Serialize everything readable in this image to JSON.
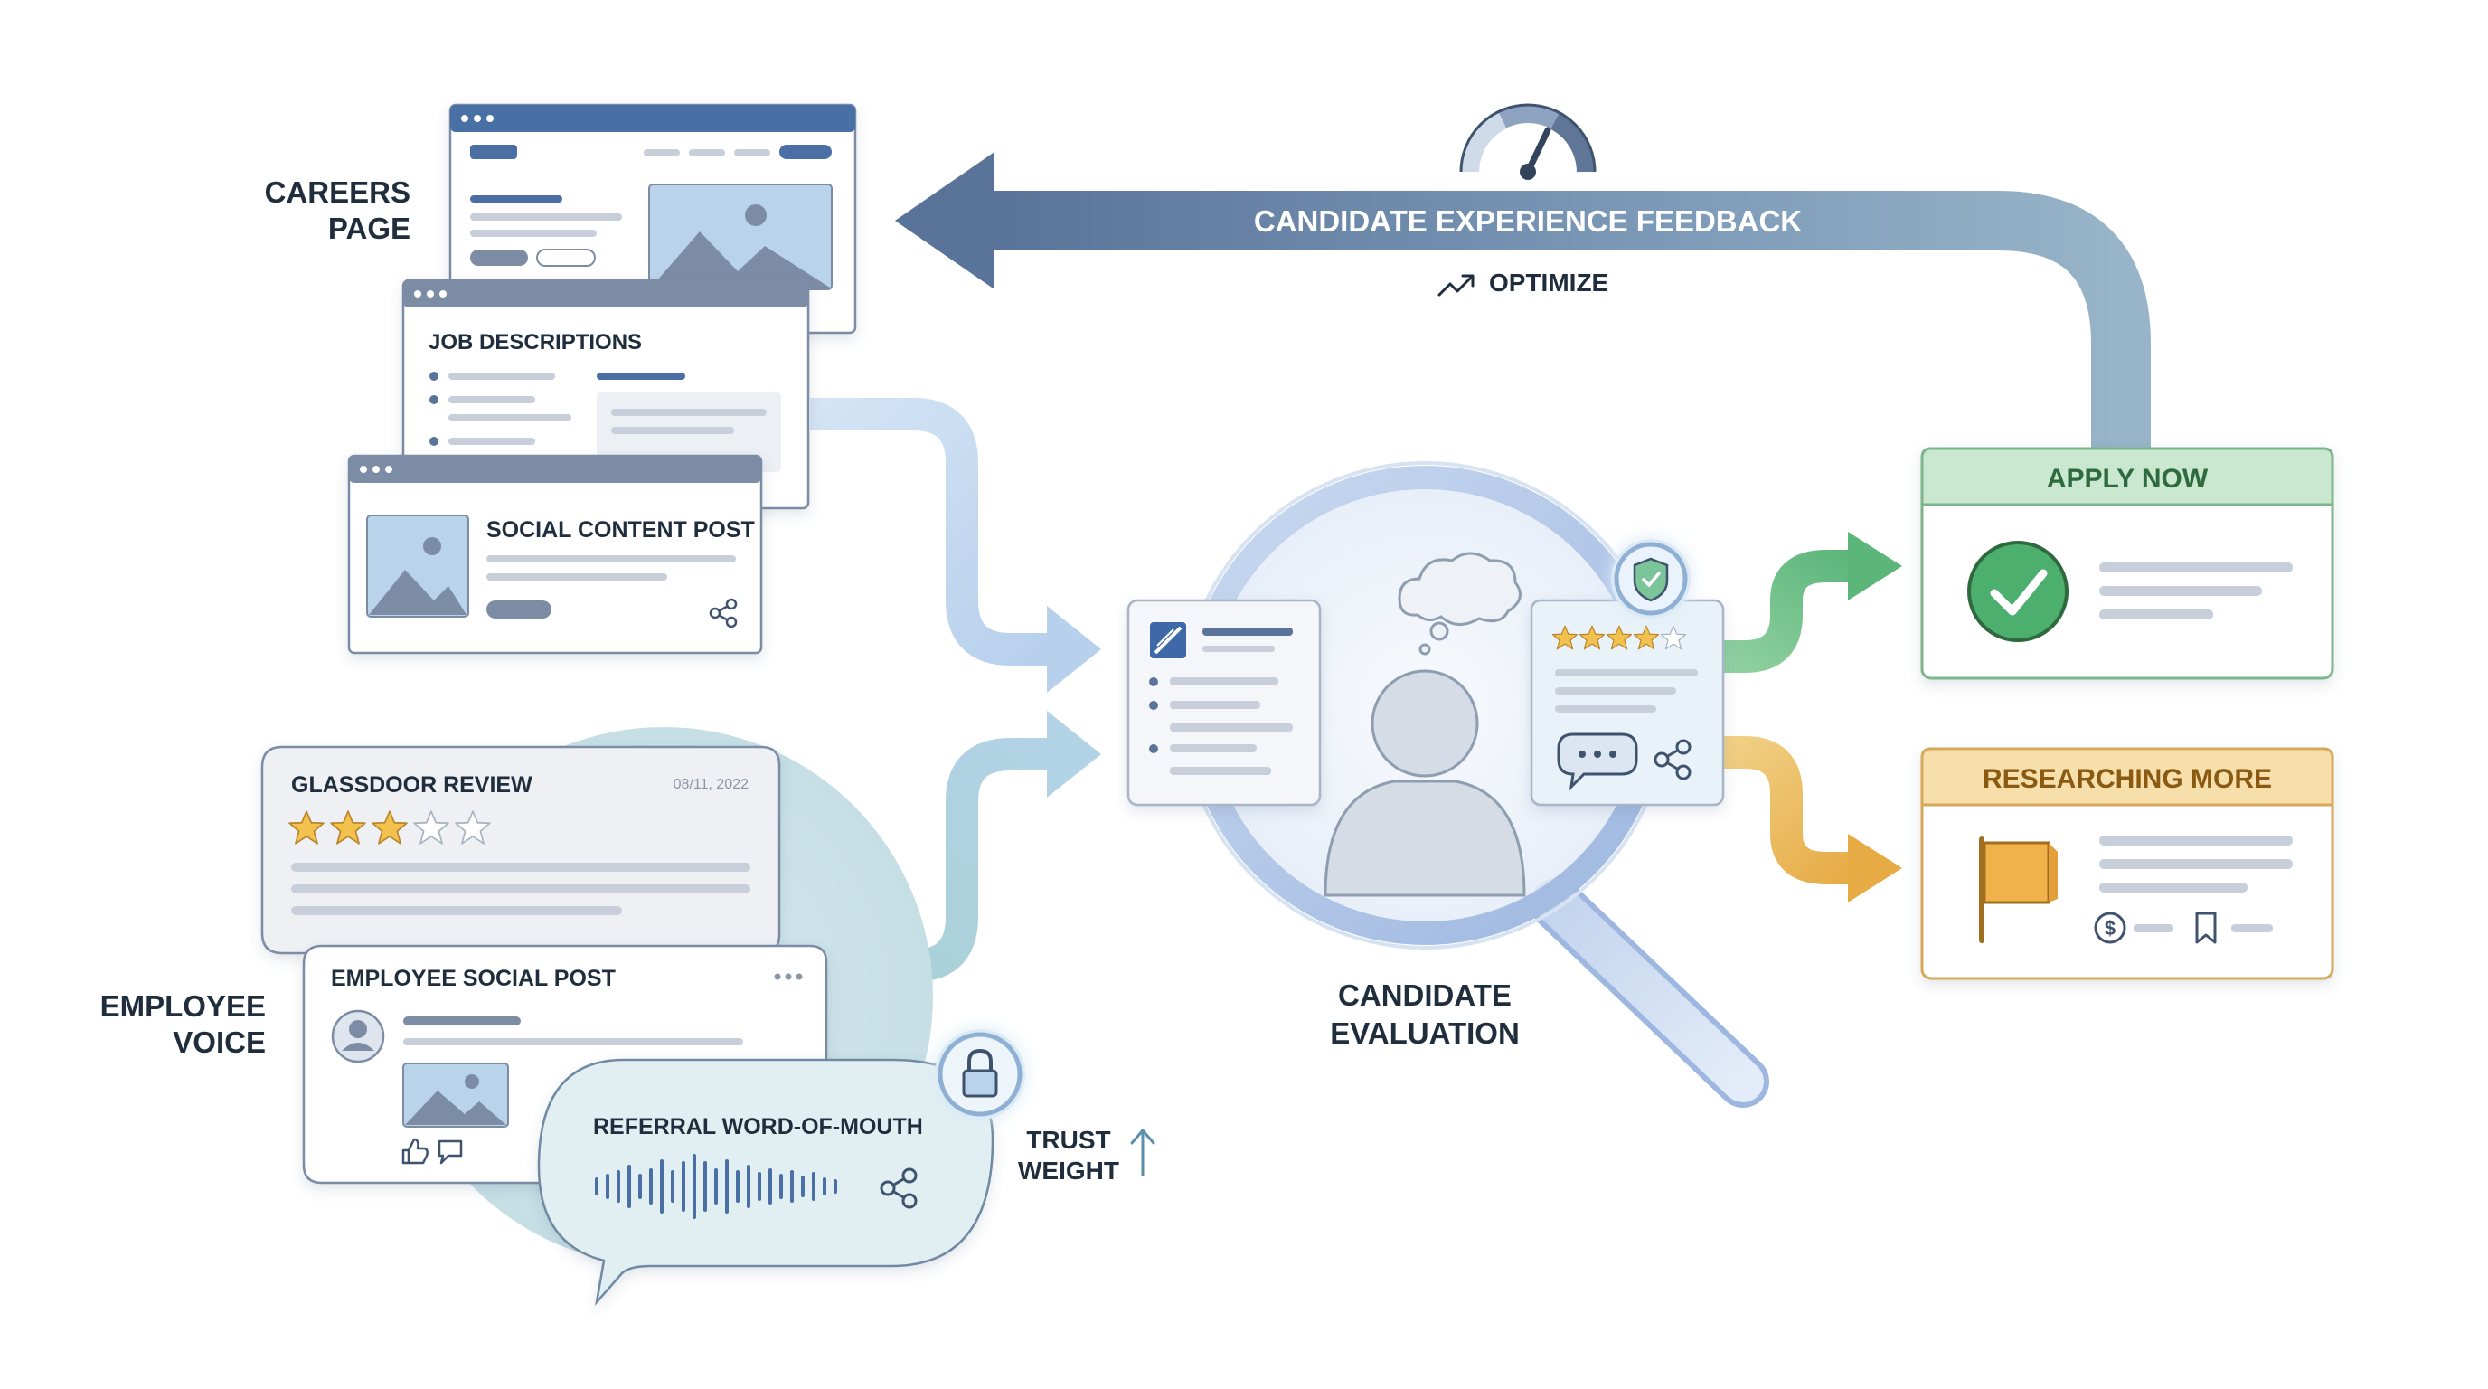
{
  "labels": {
    "careers_page_line1": "CAREERS",
    "careers_page_line2": "PAGE",
    "employee_voice_line1": "EMPLOYEE",
    "employee_voice_line2": "VOICE",
    "candidate_evaluation_line1": "CANDIDATE",
    "candidate_evaluation_line2": "EVALUATION",
    "trust_weight_line1": "TRUST",
    "trust_weight_line2": "WEIGHT"
  },
  "feedback": {
    "title": "CANDIDATE EXPERIENCE FEEDBACK",
    "optimize": "OPTIMIZE"
  },
  "cards": {
    "job_descriptions": "JOB DESCRIPTIONS",
    "social_content_post": "SOCIAL CONTENT POST",
    "glassdoor_review": "GLASSDOOR REVIEW",
    "glassdoor_date": "08/11, 2022",
    "glassdoor_rating": 3,
    "employee_social_post": "EMPLOYEE SOCIAL POST",
    "referral": "REFERRAL WORD-OF-MOUTH",
    "evaluation_rating": 4
  },
  "outcomes": {
    "apply_now": "APPLY NOW",
    "researching_more": "RESEARCHING MORE"
  },
  "colors": {
    "accent_blue": "#4a6fa5",
    "apply_green": "#4caf6e",
    "research_orange": "#e8b04a",
    "feedback_arrow": "#6b84a8"
  },
  "icons": [
    "speedometer-icon",
    "trend-up-icon",
    "share-icon",
    "star-icon",
    "shield-check-icon",
    "lock-icon",
    "check-icon",
    "flag-icon",
    "dollar-icon",
    "bookmark-icon",
    "thumbs-up-icon",
    "comment-icon",
    "chat-bubble-icon",
    "thought-cloud-icon",
    "person-icon",
    "image-icon",
    "sound-wave-icon"
  ]
}
